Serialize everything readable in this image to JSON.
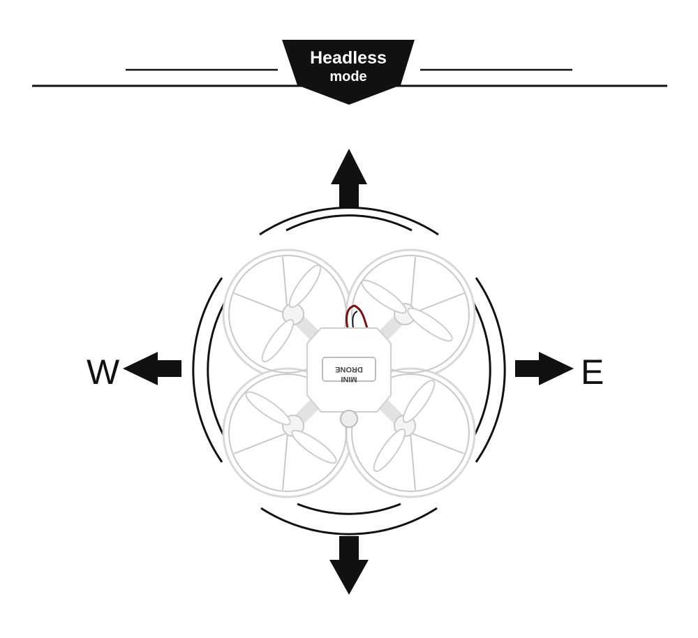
{
  "banner": {
    "title": "Headless",
    "subtitle": "mode"
  },
  "directions": {
    "west": "W",
    "east": "E"
  },
  "drone": {
    "body_label_line1": "MINI",
    "body_label_line2": "DRONE",
    "body_color": "#ffffff"
  },
  "colors": {
    "ink": "#111111",
    "background": "#ffffff"
  },
  "icons": [
    "arrow-up-icon",
    "arrow-down-icon",
    "arrow-left-icon",
    "arrow-right-icon",
    "orbit-ring-icon"
  ]
}
